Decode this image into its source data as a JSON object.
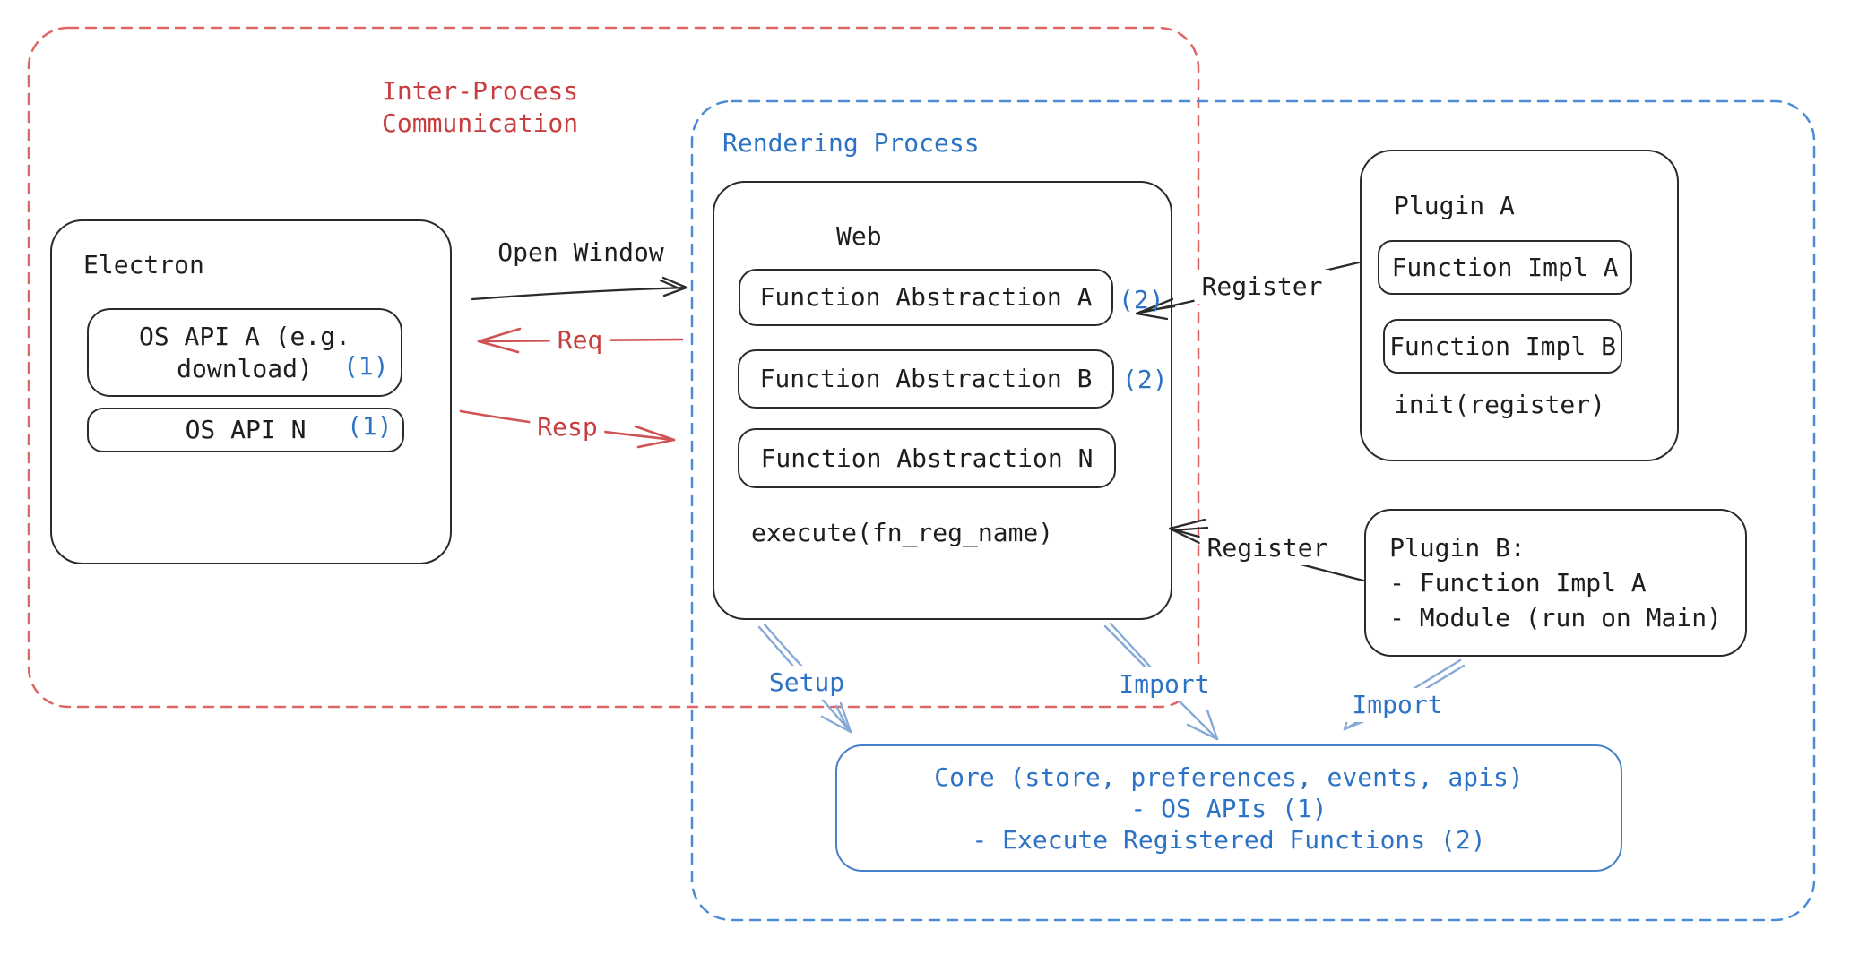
{
  "frames": {
    "ipc": {
      "label": [
        "Inter-Process",
        "Communication"
      ]
    },
    "rendering": {
      "label": "Rendering Process"
    }
  },
  "electron": {
    "title": "Electron",
    "os_api_a": {
      "line1": "OS API A (e.g.",
      "line2": "download)",
      "badge": "(1)"
    },
    "os_api_n": {
      "label": "OS API N",
      "badge": "(1)"
    }
  },
  "web": {
    "title": "Web",
    "abstraction_a": {
      "label": "Function Abstraction A",
      "badge": "(2)"
    },
    "abstraction_b": {
      "label": "Function Abstraction B",
      "badge": "(2)"
    },
    "abstraction_n": {
      "label": "Function Abstraction N"
    },
    "execute": "execute(fn_reg_name)"
  },
  "plugin_a": {
    "title": "Plugin A",
    "impl_a": "Function Impl A",
    "impl_b": "Function Impl B",
    "init": "init(register)"
  },
  "plugin_b": {
    "line1": "Plugin B:",
    "line2": "- Function Impl A",
    "line3": "- Module (run on Main)"
  },
  "core": {
    "line1": "Core (store, preferences, events, apis)",
    "line2": "- OS APIs (1)",
    "line3": "- Execute Registered Functions (2)"
  },
  "arrows": {
    "open_window": "Open Window",
    "req": "Req",
    "resp": "Resp",
    "register_top": "Register",
    "register_bottom": "Register",
    "setup": "Setup",
    "import_mid": "Import",
    "import_right": "Import"
  },
  "colors": {
    "background": "#ffffff",
    "ink": "#2b2b2b",
    "text": "#1e1e1e",
    "red_text": "#c73e3e",
    "red_line": "#d05252",
    "red_dash": "#dd6666",
    "blue_text": "#2d73c5",
    "blue_dash": "#4d8bd4",
    "blue_arrow": "#87a9d8",
    "core_border": "#4781ca",
    "badge_blue": "#2d73c5"
  }
}
